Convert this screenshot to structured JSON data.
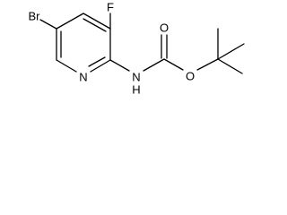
{
  "molecule": {
    "atoms": {
      "bromine": "Br",
      "fluorine": "F",
      "ring_nitrogen": "N",
      "amide_nitrogen": "N",
      "amide_hydrogen": "H",
      "carbonyl_oxygen": "O",
      "ester_oxygen": "O"
    },
    "line_color": "#000000"
  }
}
